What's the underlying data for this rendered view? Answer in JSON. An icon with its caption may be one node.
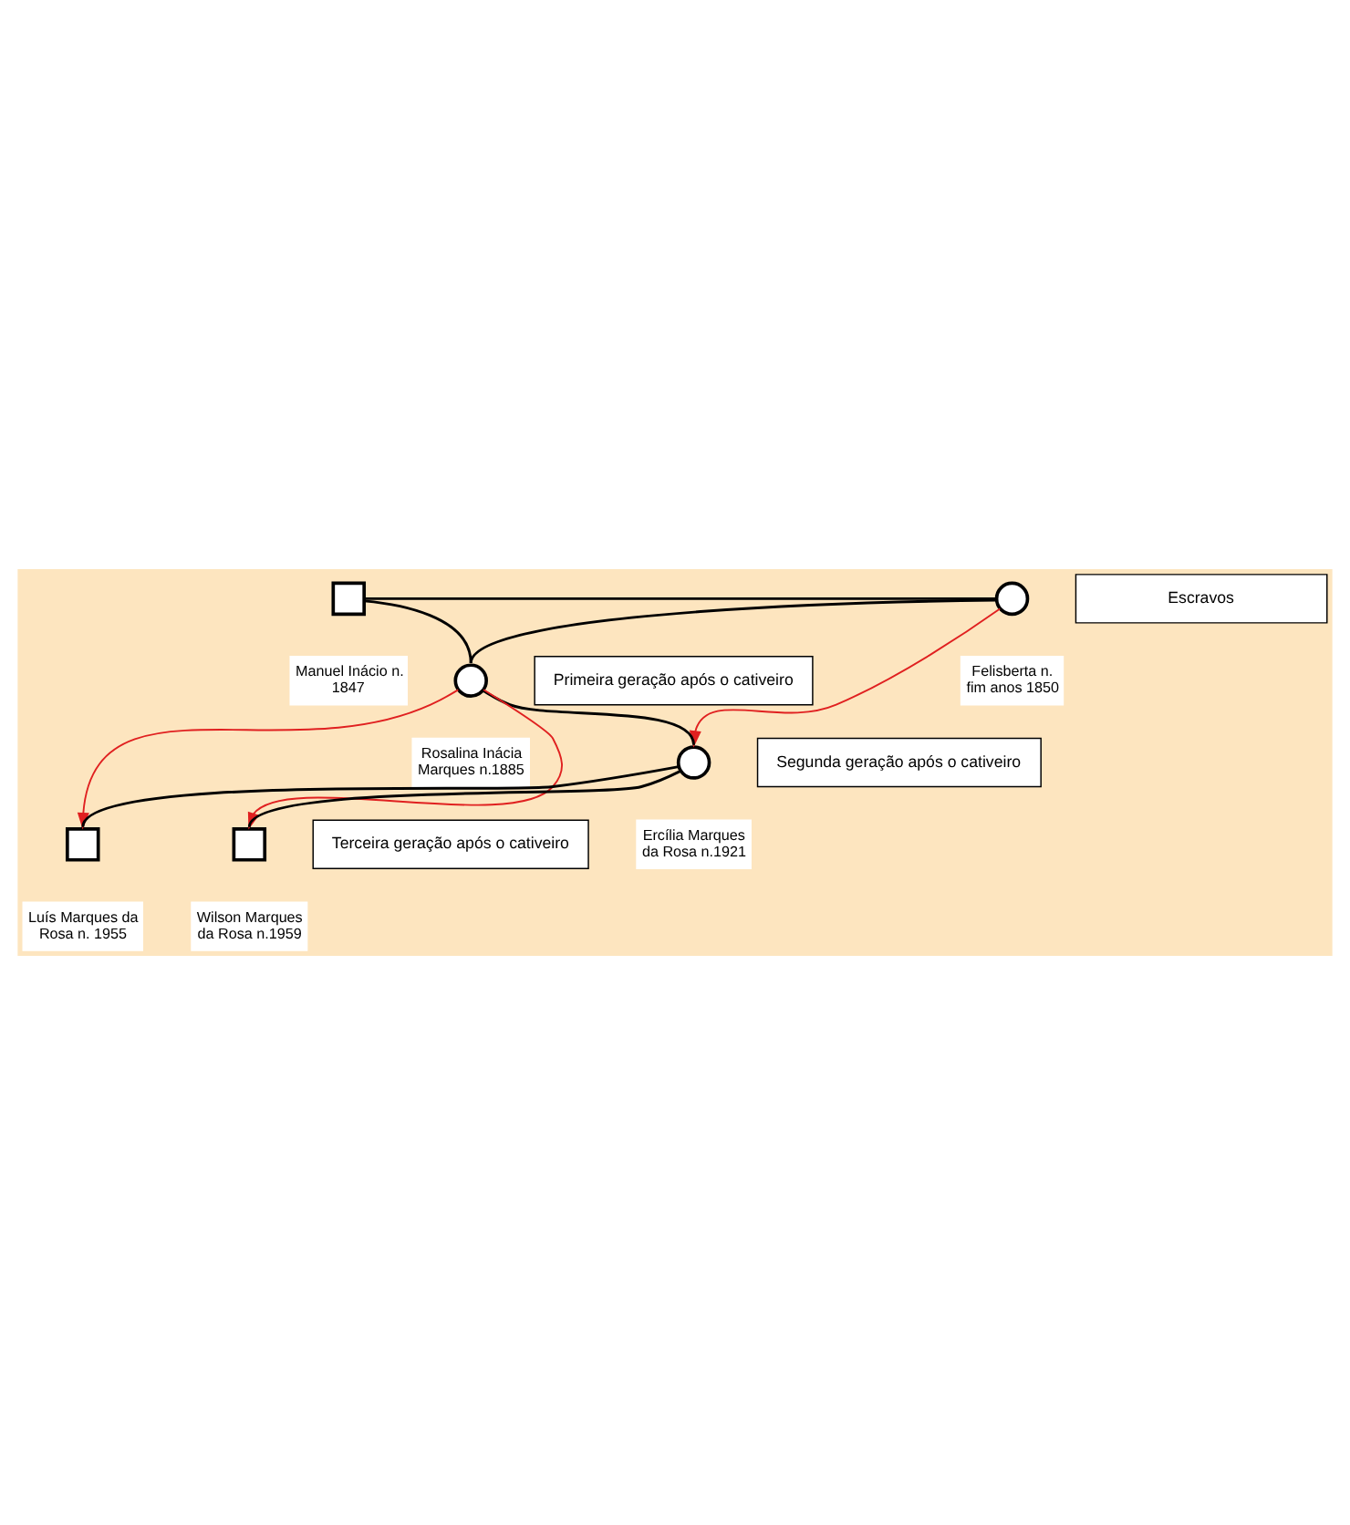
{
  "diagram": {
    "nodes": [
      {
        "text": [],
        "shape": "box",
        "beside": [
          "Manuel Inácio n. 1847"
        ]
      },
      {
        "text": [],
        "shape": "circle",
        "beside": [
          "Felisberta n. fim anos 1850"
        ]
      },
      {
        "text": [
          "Escravos"
        ]
      },
      {
        "text": [],
        "shape": "circle",
        "beside": [
          "Rosalina Inácia Marques n.1885"
        ]
      },
      {
        "text": [
          "Primeira geração após o cativeiro"
        ]
      },
      {
        "text": [],
        "shape": "circle",
        "beside": [
          "Ercília Marques da Rosa n.1921"
        ]
      },
      {
        "text": [
          "Segunda geração após o cativeiro"
        ]
      },
      {
        "text": [],
        "shape": "box",
        "beside": [
          "Luís Marques da Rosa n. 1955"
        ]
      },
      {
        "text": [],
        "shape": "box",
        "beside": [
          "Wilson Marques da Rosa n.1959"
        ]
      },
      {
        "text": [
          "Terceira geração após o cativeiro"
        ]
      }
    ],
    "edges": [
      {
        "from": 0,
        "to": 1,
        "arrow": "none"
      },
      {
        "from": 0,
        "to": 3,
        "arrow": "none"
      },
      {
        "from": 1,
        "to": 3,
        "arrow": "none"
      },
      {
        "from": 3,
        "to": 5,
        "arrow": "none"
      },
      {
        "from": 5,
        "to": 7,
        "arrow": "none"
      },
      {
        "from": 5,
        "to": 8,
        "arrow": "none"
      },
      {
        "from": 1,
        "to": 5,
        "arrow": "to",
        "color": "#e02020"
      },
      {
        "from": 3,
        "to": 7,
        "arrow": "to",
        "color": "#e02020"
      },
      {
        "from": 3,
        "to": 8,
        "arrow": "to",
        "color": "#e02020"
      }
    ]
  }
}
